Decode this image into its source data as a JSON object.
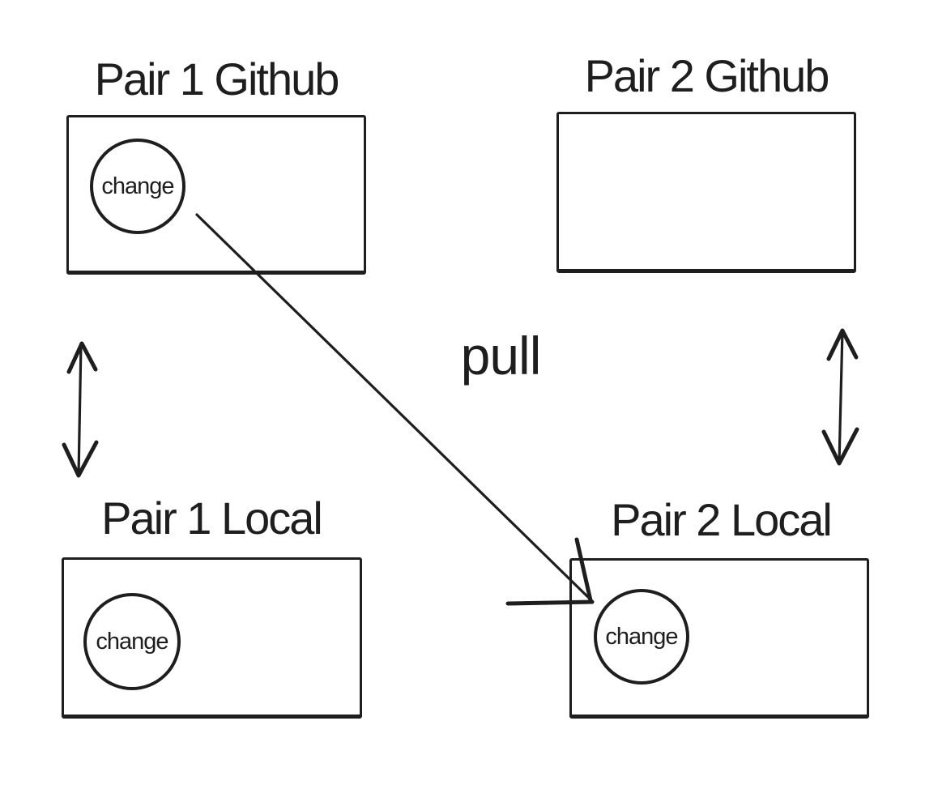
{
  "canvas": {
    "background": "#ffffff",
    "ink_color": "#1e1e1e"
  },
  "boxes": [
    {
      "title": "Pair 1 Github",
      "badge": "change"
    },
    {
      "title": "Pair 2 Github"
    },
    {
      "title": "Pair 1 Local",
      "badge": "change"
    },
    {
      "title": "Pair 2 Local",
      "badge": "change"
    }
  ],
  "labels": {
    "pull": "pull"
  },
  "connections": [
    {
      "type": "arrow",
      "from": "Pair 1 Github change",
      "to": "Pair 2 Local change",
      "label": "pull"
    },
    {
      "type": "double-arrow",
      "from": "Pair 1 Github",
      "to": "Pair 1 Local"
    },
    {
      "type": "double-arrow",
      "from": "Pair 2 Github",
      "to": "Pair 2 Local"
    }
  ]
}
